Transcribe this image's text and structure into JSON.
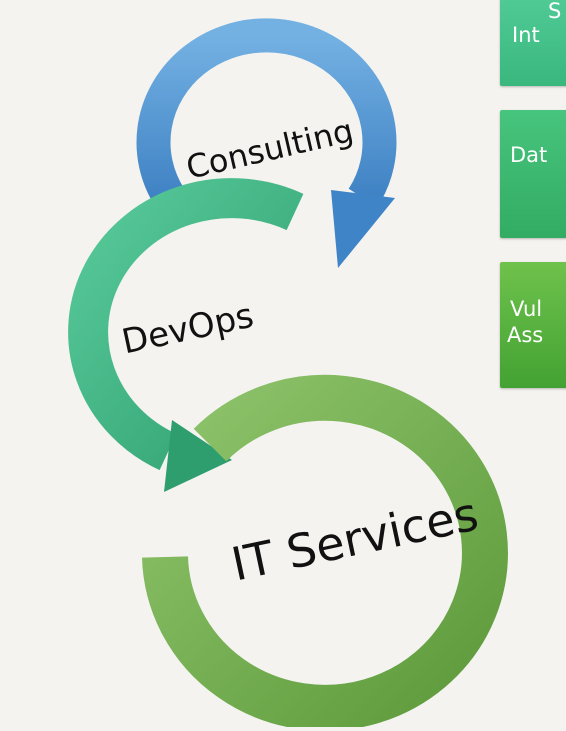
{
  "diagram": {
    "cycles": [
      {
        "label": "Consulting",
        "color": "#5a9bd5"
      },
      {
        "label": "DevOps",
        "color": "#4dbd8c"
      },
      {
        "label": "IT Services",
        "color": "#7cb25a"
      }
    ],
    "side_boxes": [
      {
        "line1": "S",
        "line2": "Int"
      },
      {
        "line1": "Dat",
        "line2": ""
      },
      {
        "line1": "Vul",
        "line2": "Ass"
      }
    ]
  }
}
